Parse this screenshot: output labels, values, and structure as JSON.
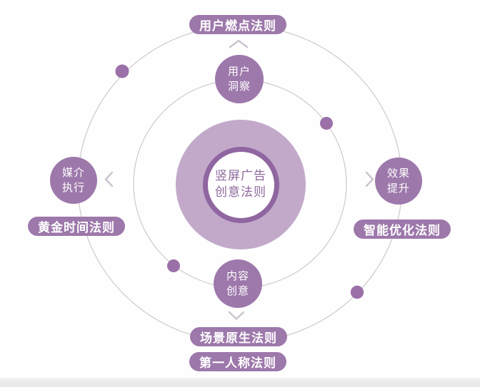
{
  "center": {
    "line1": "竖屏广告",
    "line2": "创意法则"
  },
  "nodes": {
    "top": {
      "line1": "用户",
      "line2": "洞察"
    },
    "right": {
      "line1": "效果",
      "line2": "提升"
    },
    "bottom": {
      "line1": "内容",
      "line2": "创意"
    },
    "left": {
      "line1": "媒介",
      "line2": "执行"
    }
  },
  "pills": {
    "top": "用户燃点法则",
    "left": "黄金时间法则",
    "right": "智能优化法则",
    "bottom_outer": "场景原生法则",
    "bottom_inner": "第一人称法则"
  },
  "icons": {
    "chevron_up": "chevron-up-icon",
    "chevron_down": "chevron-down-icon",
    "chevron_left": "chevron-left-icon",
    "chevron_right": "chevron-right-icon",
    "orbit_dot": "orbit-dot"
  },
  "colors": {
    "node_purple": "#9d78ab",
    "ring_light": "#c2a9ca",
    "ring_dark": "#8f66a0",
    "center_text": "#8c689c",
    "orbit_line": "#cbcbcb",
    "chevron": "#cac3cf",
    "dot": "#9b70a8",
    "bottom_strip": "#e9e7ea"
  }
}
